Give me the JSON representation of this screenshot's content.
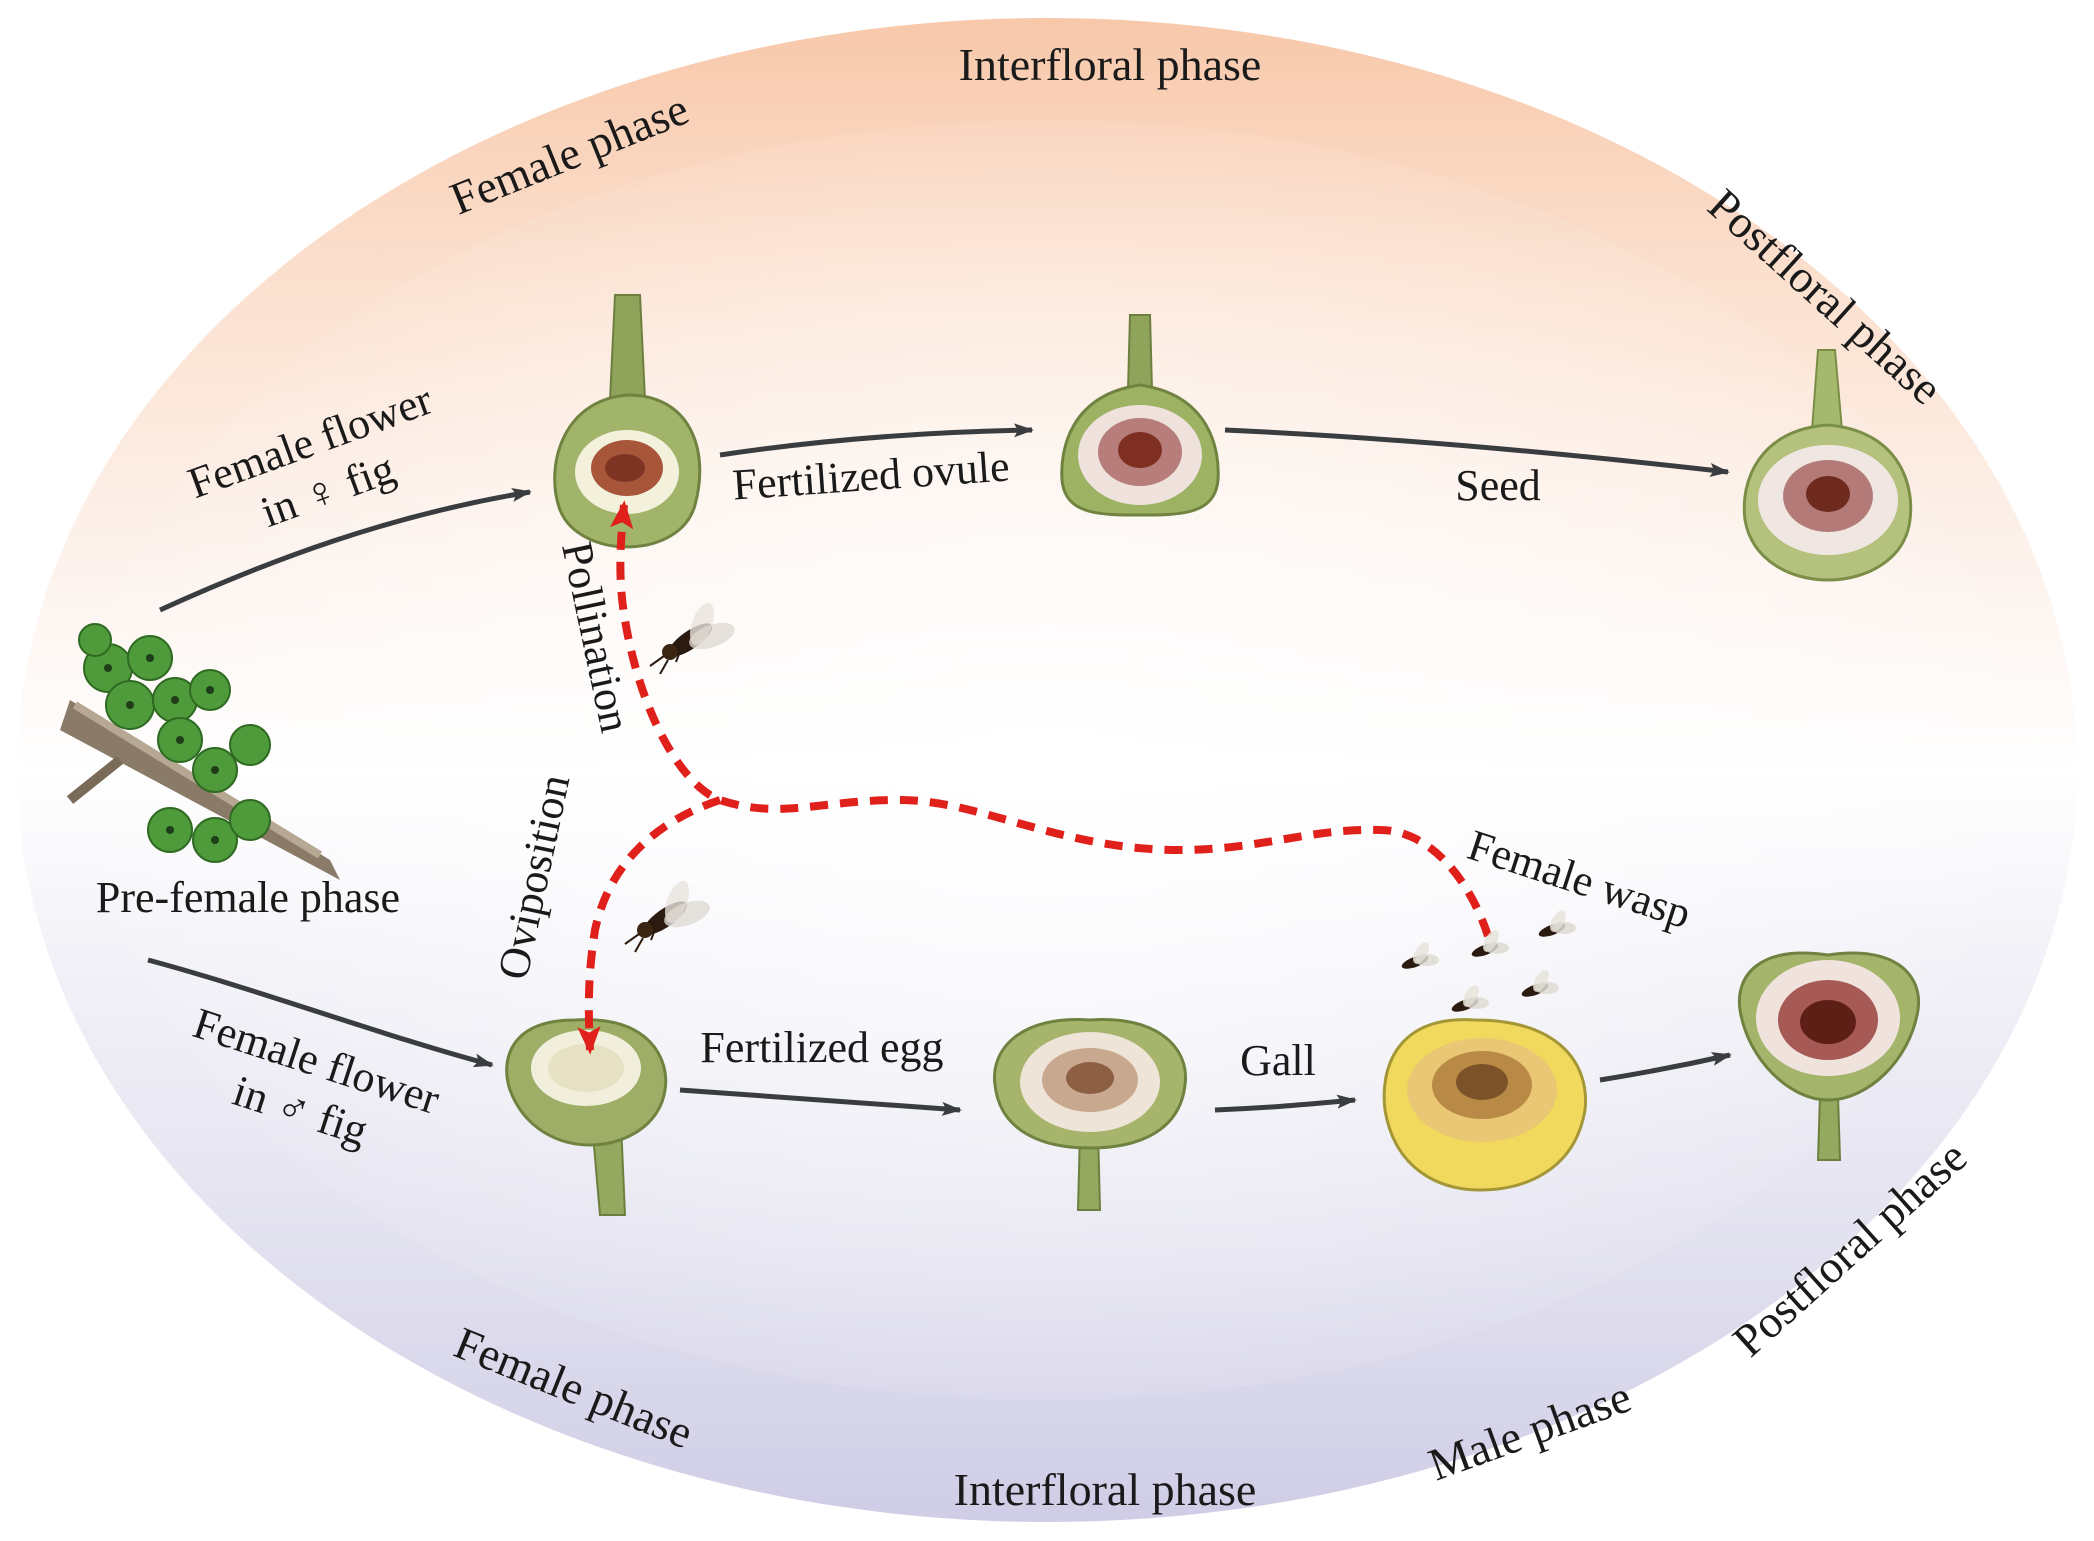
{
  "phases": {
    "top_interfloral": "Interfloral phase",
    "top_female": "Female phase",
    "top_postfloral": "Postfloral phase",
    "bottom_female": "Female phase",
    "bottom_interfloral": "Interfloral phase",
    "bottom_male": "Male phase",
    "bottom_postfloral": "Postfloral phase",
    "pre_female": "Pre-female phase"
  },
  "steps": {
    "female_flower_female_fig_line1": "Female flower",
    "female_flower_female_fig_line2": "in ♀ fig",
    "fertilized_ovule": "Fertilized ovule",
    "seed": "Seed",
    "pollination": "Pollination",
    "oviposition": "Oviposition",
    "female_wasp": "Female wasp",
    "female_flower_male_fig_line1": "Female flower",
    "female_flower_male_fig_line2": "in ♂ fig",
    "fertilized_egg": "Fertilized egg",
    "gall": "Gall"
  },
  "colors": {
    "top_band": "#f7c9ad",
    "bottom_band": "#c8c7e2",
    "arrow": "#3a3d40",
    "wasp_path": "#e0201b",
    "fig_skin": "#9fb26a",
    "fig_flesh": "#e8ecd2",
    "fig_core": "#9b4a35",
    "gall_fig": "#f2da5a"
  },
  "icons": {
    "branch": "fig-branch-icon",
    "fig": "fig-cross-section-icon",
    "wasp": "fig-wasp-icon"
  }
}
